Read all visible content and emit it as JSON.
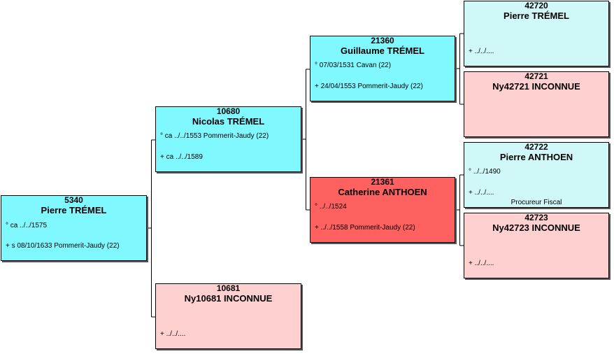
{
  "persons": {
    "p5340": {
      "num": "5340",
      "name": "Pierre TRÉMEL",
      "birth": "° ca ../../1575",
      "death": "+ s 08/10/1633 Pommerit-Jaudy (22)"
    },
    "p10680": {
      "num": "10680",
      "name": "Nicolas TRÉMEL",
      "birth": "° ca ../../1553 Pommerit-Jaudy (22)",
      "death": "+ ca ../../1589"
    },
    "p10681": {
      "num": "10681",
      "name": "Ny10681 INCONNUE",
      "death": "+ ../../...."
    },
    "p21360": {
      "num": "21360",
      "name": "Guillaume TRÉMEL",
      "birth": "° 07/03/1531 Cavan (22)",
      "death": "+ 24/04/1553 Pommerit-Jaudy (22)"
    },
    "p21361": {
      "num": "21361",
      "name": "Catherine ANTHOEN",
      "birth": "° ../../1524",
      "death": "+ ../../1558 Pommerit-Jaudy (22)"
    },
    "p42720": {
      "num": "42720",
      "name": "Pierre TRÉMEL",
      "death": "+ ../../...."
    },
    "p42721": {
      "num": "42721",
      "name": "Ny42721 INCONNUE"
    },
    "p42722": {
      "num": "42722",
      "name": "Pierre ANTHOEN",
      "birth": "° ../../1490",
      "death": "+ ../../....",
      "note": "Procureur Fiscal"
    },
    "p42723": {
      "num": "42723",
      "name": "Ny42723 INCONNUE",
      "death": "+ ../../...."
    }
  },
  "colors": {
    "male": "#80f8ff",
    "male_light": "#d0f8f8",
    "female_light": "#ffd0d0",
    "female_strong": "#ff6060"
  }
}
